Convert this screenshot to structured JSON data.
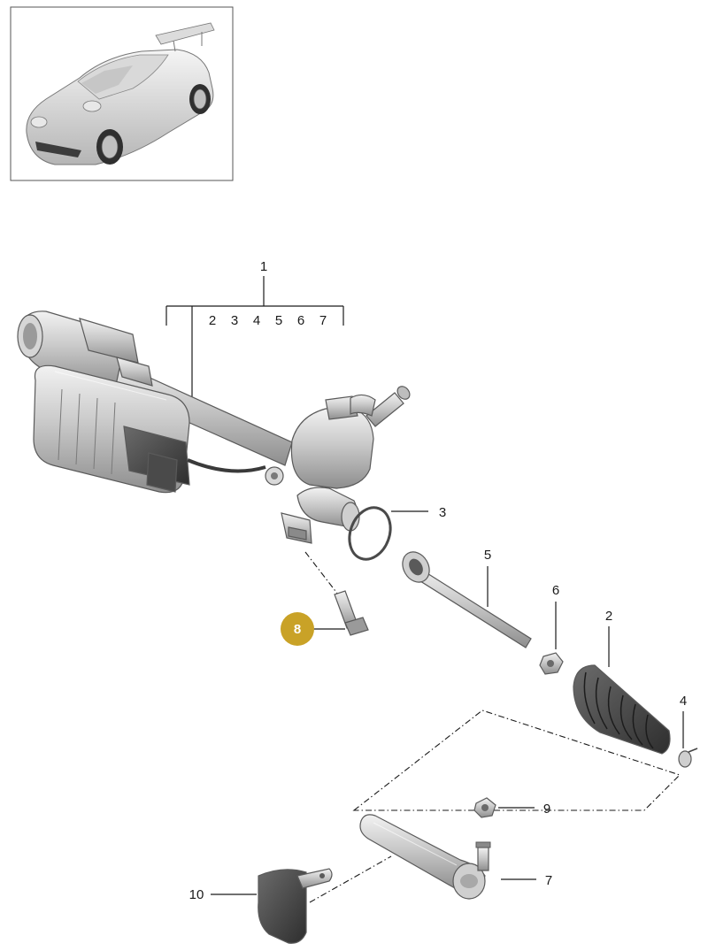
{
  "thumbnail": {
    "icon": "sports-car-icon"
  },
  "group_callout": {
    "number": "1",
    "sub_numbers": [
      "2",
      "3",
      "4",
      "5",
      "6",
      "7"
    ]
  },
  "callouts": [
    {
      "id": "c3",
      "number": "3"
    },
    {
      "id": "c5",
      "number": "5"
    },
    {
      "id": "c6",
      "number": "6"
    },
    {
      "id": "c2",
      "number": "2"
    },
    {
      "id": "c4",
      "number": "4"
    },
    {
      "id": "c9",
      "number": "9"
    },
    {
      "id": "c7",
      "number": "7"
    },
    {
      "id": "c10",
      "number": "10"
    }
  ],
  "highlighted_callout": {
    "number": "8",
    "color": "#c9a227"
  },
  "colors": {
    "line": "#1a1a1a",
    "highlight": "#c9a227"
  }
}
